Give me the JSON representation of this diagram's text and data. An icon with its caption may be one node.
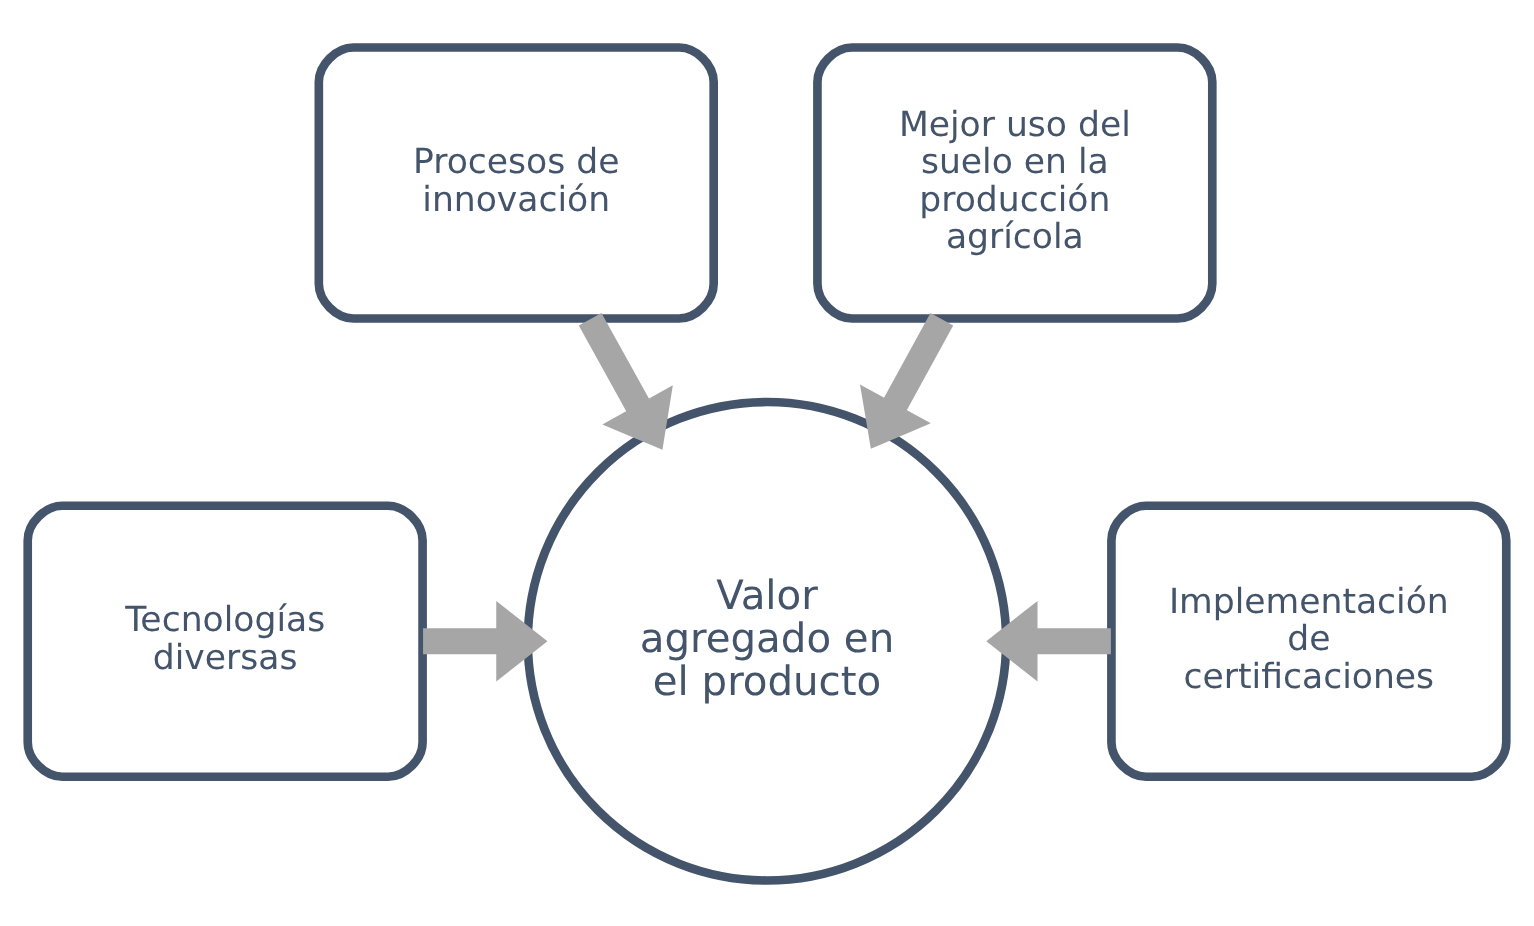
{
  "diagram": {
    "nodes": [
      {
        "text": [
          "Procesos de innovación"
        ]
      },
      {
        "text": [
          "Mejor uso del suelo en la producción agrícola"
        ]
      },
      {
        "text": [
          "Tecnologías diversas"
        ]
      },
      {
        "text": [
          "Valor agregado en el producto"
        ]
      },
      {
        "text": [
          "Implementación de certificaciones"
        ]
      }
    ],
    "edges": [
      {
        "from": 0,
        "to": 3,
        "arrow": "to"
      },
      {
        "from": 1,
        "to": 3,
        "arrow": "to"
      },
      {
        "from": 2,
        "to": 3,
        "arrow": "to"
      },
      {
        "from": 4,
        "to": 3,
        "arrow": "to"
      }
    ]
  }
}
